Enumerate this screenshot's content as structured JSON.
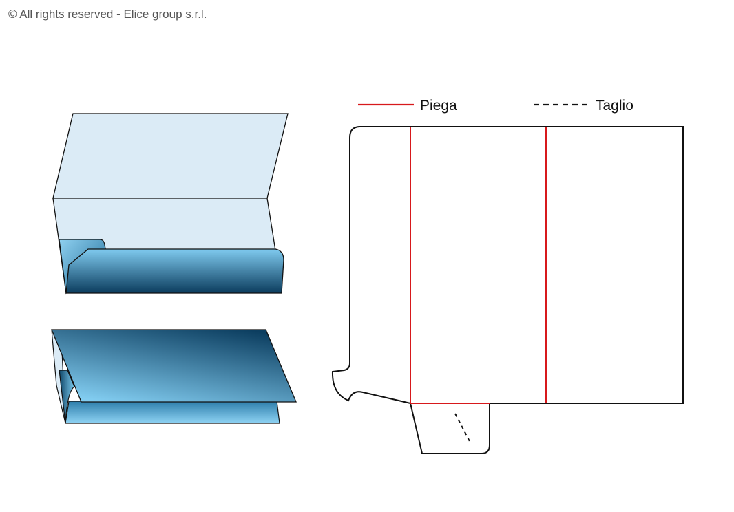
{
  "copyright": "© All rights reserved - Elice group s.r.l.",
  "legend": {
    "fold_label": "Piega",
    "cut_label": "Taglio",
    "fold_color": "#d7191c",
    "cut_color": "#111111"
  },
  "colors": {
    "panel_light": "#dbebf6",
    "pocket_light": "#7cc8ee",
    "pocket_dark": "#0a3a5a",
    "outline": "#111111"
  }
}
